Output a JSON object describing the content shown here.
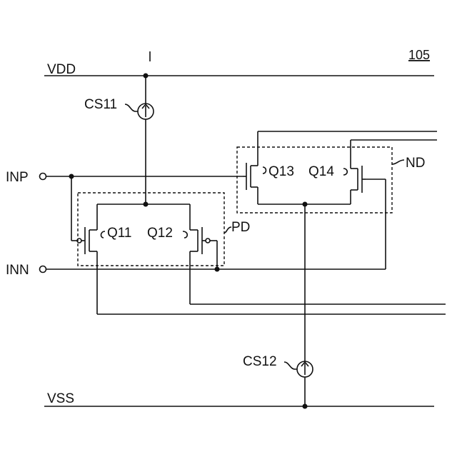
{
  "figure_number": "105",
  "rails": {
    "vdd": "VDD",
    "vss": "VSS"
  },
  "inputs": {
    "inp": "INP",
    "inn": "INN"
  },
  "current_sources": {
    "cs11": "CS11",
    "cs12": "CS12"
  },
  "transistors": {
    "q11": "Q11",
    "q12": "Q12",
    "q13": "Q13",
    "q14": "Q14"
  },
  "groups": {
    "pd": "PD",
    "nd": "ND"
  }
}
